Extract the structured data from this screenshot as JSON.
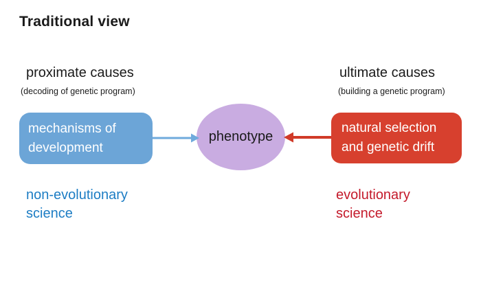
{
  "title": "Traditional view",
  "left_column": {
    "heading": "proximate causes",
    "subheading": "(decoding of genetic program)",
    "box_line1": "mechanisms of",
    "box_line2": "development",
    "footer_line1": "non-evolutionary",
    "footer_line2": "science"
  },
  "right_column": {
    "heading": "ultimate causes",
    "subheading": "(building a genetic program)",
    "box_line1": "natural selection",
    "box_line2": "and genetic drift",
    "footer_line1": "evolutionary",
    "footer_line2": "science"
  },
  "center": {
    "node_label": "phenotype"
  },
  "colors": {
    "blue_box": "#6CA5D7",
    "red_box": "#D7402E",
    "purple_ellipse": "#C9ACE1",
    "blue_arrow": "#6FAADC",
    "red_arrow": "#D03A28",
    "blue_text": "#1D7DC4",
    "red_text": "#C41A2B",
    "heading_text": "#1A1A1A"
  }
}
